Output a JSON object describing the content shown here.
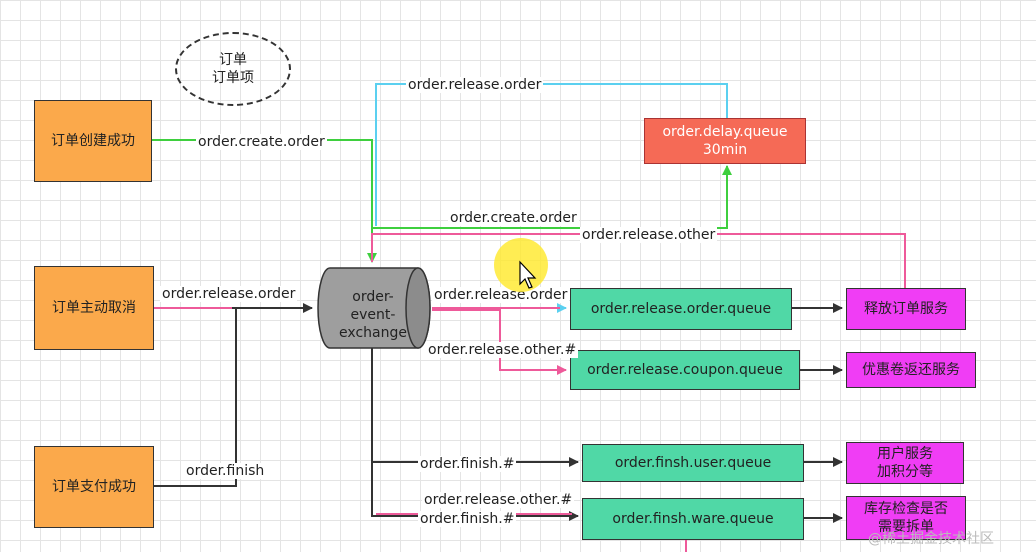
{
  "note": {
    "text": "订单\n订单项"
  },
  "sources": {
    "create": "订单创建成功",
    "cancel": "订单主动取消",
    "pay": "订单支付成功"
  },
  "exchange": {
    "label": "order-\nevent-\nexchange"
  },
  "queues": {
    "delay": "order.delay.queue\n30min",
    "release_order": "order.release.order.queue",
    "release_coupon": "order.release.coupon.queue",
    "finish_user": "order.finsh.user.queue",
    "finish_ware": "order.finsh.ware.queue"
  },
  "services": {
    "release_order": "释放订单服务",
    "coupon_return": "优惠卷返还服务",
    "user_points": "用户服务\n加积分等",
    "ware_check": "库存检查是否\n需要拆单"
  },
  "routing_keys": {
    "create_order": "order.create.order",
    "release_order_top": "order.release.order",
    "create_order_mid": "order.create.order",
    "release_other_top": "order.release.other",
    "release_order_cancel": "order.release.order",
    "release_order_bind": "order.release.order",
    "release_other_wild": "order.release.other.#",
    "finish": "order.finish",
    "finish_user": "order.finish.#",
    "release_other_ware": "order.release.other.#",
    "finish_ware": "order.finish.#"
  },
  "watermark": "@稀土掘金技术社区",
  "colors": {
    "green_line": "#3ecf3e",
    "cyan_line": "#5bd0f0",
    "pink_line": "#ee5a9a",
    "dark_line": "#333333"
  }
}
